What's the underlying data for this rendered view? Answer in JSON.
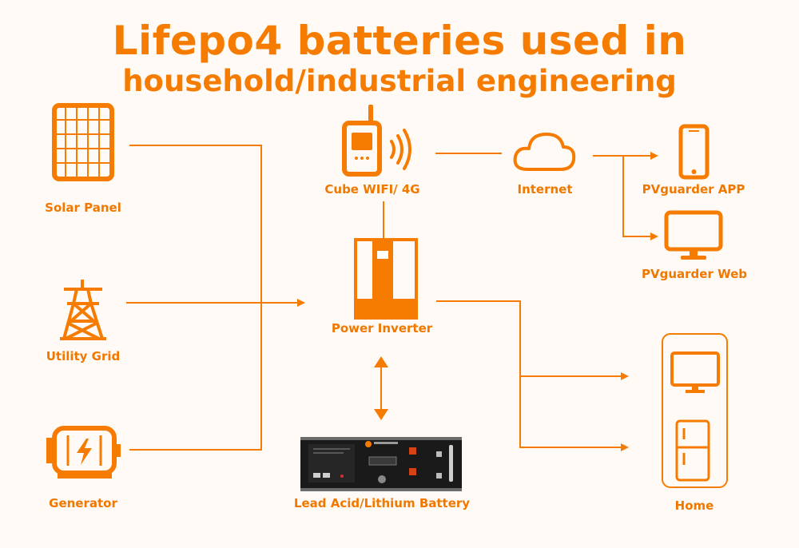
{
  "title": {
    "line1": "Lifepo4 batteries used in",
    "line2": "household/industrial engineering"
  },
  "nodes": {
    "solar_panel": "Solar Panel",
    "utility_grid": "Utility Grid",
    "generator": "Generator",
    "cube_wifi": "Cube WIFI/  4G",
    "internet": "Internet",
    "pvguarder_app": "PVguarder  APP",
    "pvguarder_web": "PVguarder  Web",
    "power_inverter": "Power Inverter",
    "battery": "Lead Acid/Lithium Battery",
    "home": "Home"
  },
  "colors": {
    "accent": "#f57c00",
    "background": "#fffaf5",
    "battery_body": "#1a1a1a"
  }
}
